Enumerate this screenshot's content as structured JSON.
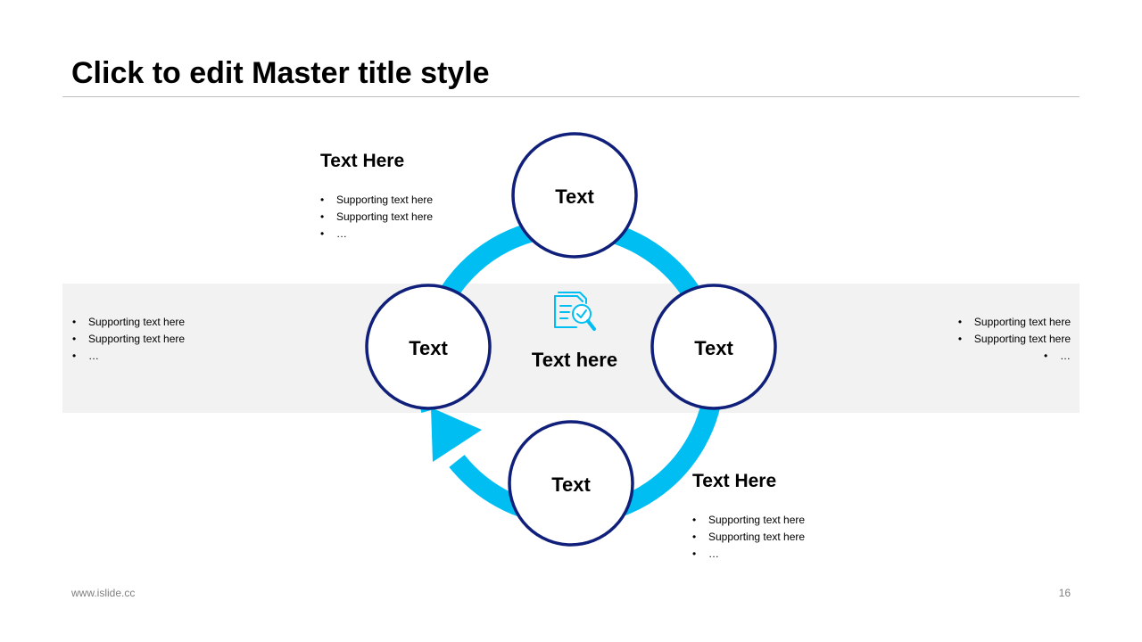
{
  "slide": {
    "title": "Click to edit Master title style",
    "footer_url": "www.islide.cc",
    "page_number": "16"
  },
  "colors": {
    "arrow": "#00bef2",
    "circle_stroke": "#0f1f7a",
    "band": "#f2f2f2",
    "icon": "#00bef2"
  },
  "diagram": {
    "center": {
      "icon": "document-magnifier-icon",
      "label": "Text here"
    },
    "nodes": [
      {
        "label": "Text"
      },
      {
        "label": "Text"
      },
      {
        "label": "Text"
      },
      {
        "label": "Text"
      }
    ]
  },
  "blocks": {
    "top_left": {
      "title": "Text Here",
      "bullets": [
        "Supporting text here",
        "Supporting text here",
        "…"
      ]
    },
    "band_left": {
      "bullets": [
        "Supporting text here",
        "Supporting text here",
        "…"
      ]
    },
    "band_right": {
      "bullets": [
        "Supporting text here",
        "Supporting text here",
        "…"
      ]
    },
    "bottom_right": {
      "title": "Text Here",
      "bullets": [
        "Supporting text here",
        "Supporting text here",
        "…"
      ]
    }
  }
}
